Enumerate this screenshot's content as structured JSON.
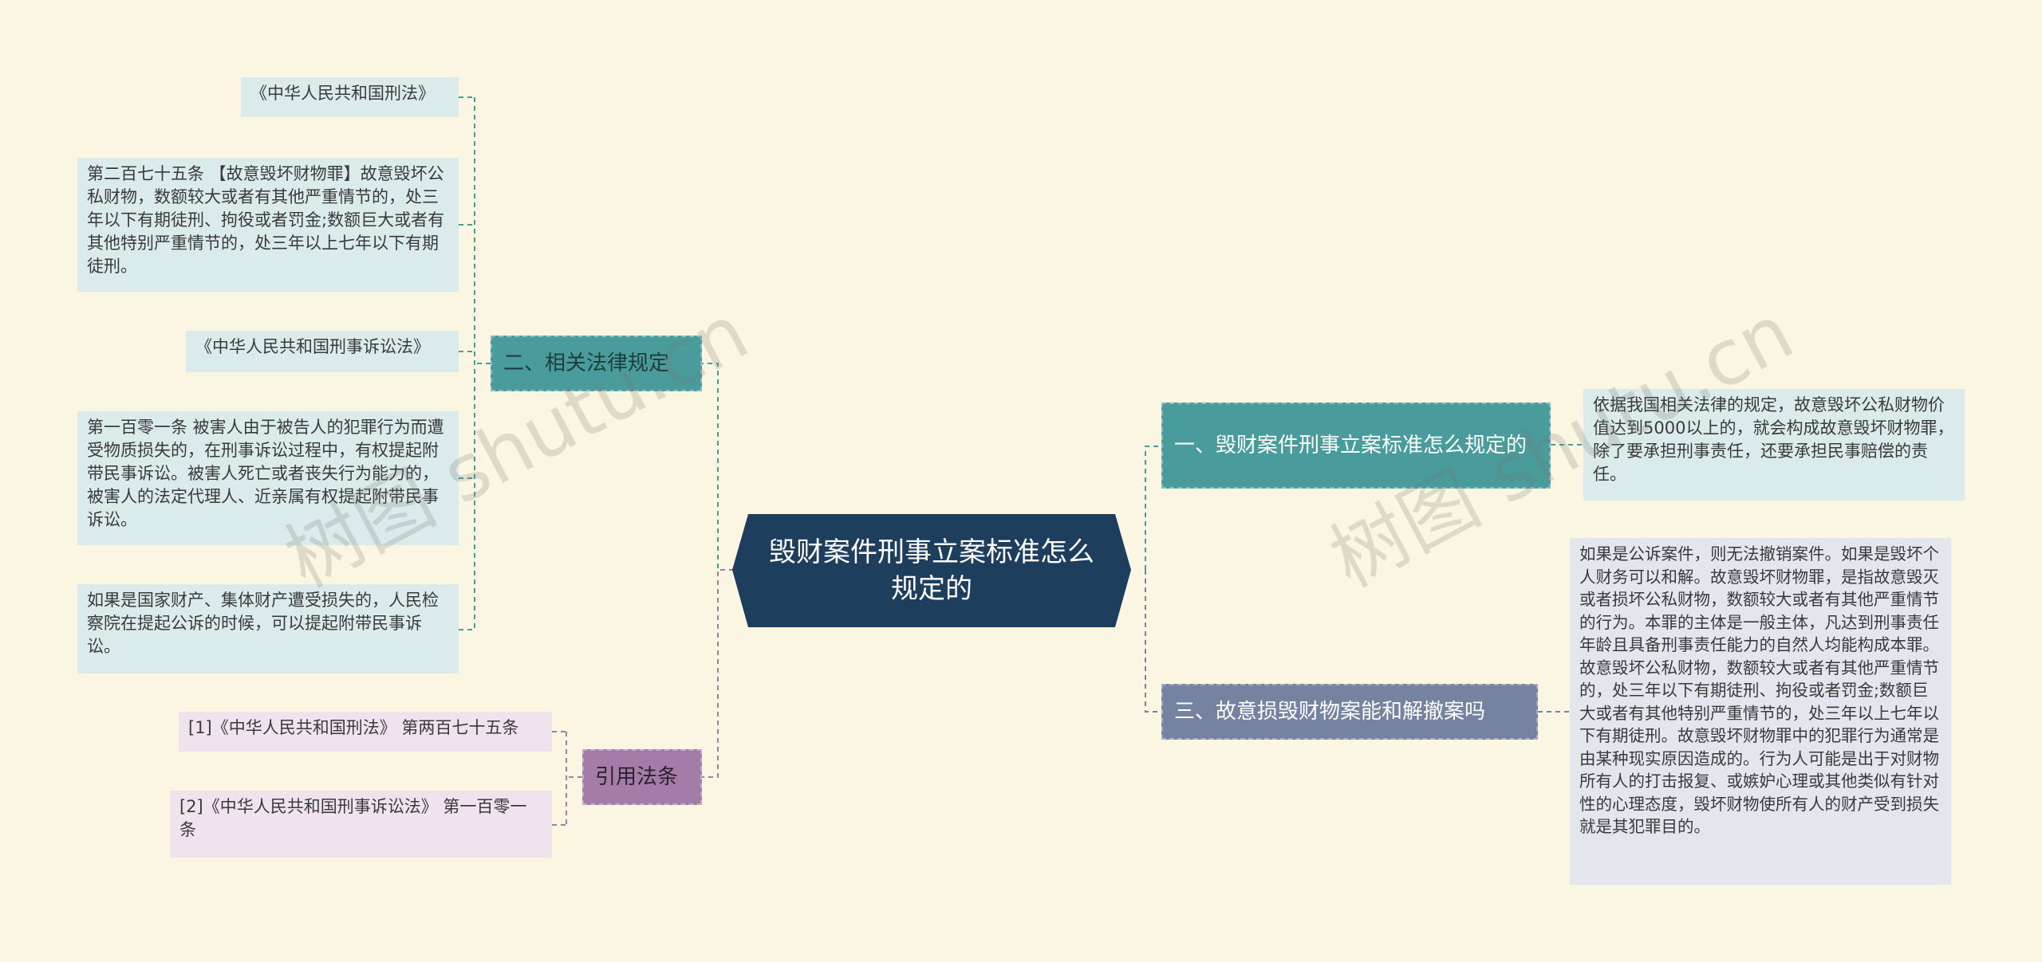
{
  "center": {
    "title": "毁财案件刑事立案标准怎么规定的"
  },
  "branches": {
    "b1": {
      "label": "一、毁财案件刑事立案标准怎么规定的"
    },
    "b2": {
      "label": "二、相关法律规定"
    },
    "b3": {
      "label": "三、故意损毁财物案能和解撤案吗"
    },
    "b4": {
      "label": "引用法条"
    }
  },
  "leaves": {
    "b1_1": "依据我国相关法律的规定，故意毁坏公私财物价值达到5000以上的，就会构成故意毁坏财物罪，除了要承担刑事责任，还要承担民事赔偿的责任。",
    "b2_1": "《中华人民共和国刑法》",
    "b2_2": "第二百七十五条 【故意毁坏财物罪】故意毁坏公私财物，数额较大或者有其他严重情节的，处三年以下有期徒刑、拘役或者罚金;数额巨大或者有其他特别严重情节的，处三年以上七年以下有期徒刑。",
    "b2_3": "《中华人民共和国刑事诉讼法》",
    "b2_4": "第一百零一条 被害人由于被告人的犯罪行为而遭受物质损失的，在刑事诉讼过程中，有权提起附带民事诉讼。被害人死亡或者丧失行为能力的，被害人的法定代理人、近亲属有权提起附带民事诉讼。",
    "b2_5": "如果是国家财产、集体财产遭受损失的，人民检察院在提起公诉的时候，可以提起附带民事诉讼。",
    "b3_1": "如果是公诉案件，则无法撤销案件。如果是毁坏个人财务可以和解。故意毁坏财物罪，是指故意毁灭或者损坏公私财物，数额较大或者有其他严重情节的行为。本罪的主体是一般主体，凡达到刑事责任年龄且具备刑事责任能力的自然人均能构成本罪。故意毁坏公私财物，数额较大或者有其他严重情节的，处三年以下有期徒刑、拘役或者罚金;数额巨大或者有其他特别严重情节的，处三年以上七年以下有期徒刑。故意毁坏财物罪中的犯罪行为通常是由某种现实原因造成的。行为人可能是出于对财物所有人的打击报复、或嫉妒心理或其他类似有针对性的心理态度，毁坏财物使所有人的财产受到损失就是其犯罪目的。",
    "b4_1": "[1]《中华人民共和国刑法》 第两百七十五条",
    "b4_2": "[2]《中华人民共和国刑事诉讼法》 第一百零一条"
  },
  "watermarks": [
    "树图 shutu.cn",
    "树图 shutu.cn"
  ],
  "colors": {
    "background": "#fbf6e1",
    "center": "#1d3e5c",
    "teal": "#4a9b9b",
    "purple": "#a47ca8",
    "slate": "#7582a0"
  }
}
